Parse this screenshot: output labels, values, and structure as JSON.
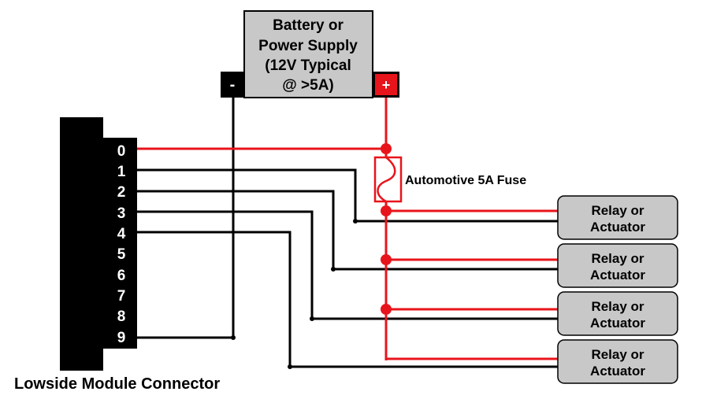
{
  "power_supply": {
    "label_lines": [
      "Battery or",
      "Power Supply",
      "(12V Typical",
      "@ >5A)"
    ],
    "neg_label": "-",
    "pos_label": "+"
  },
  "fuse": {
    "label": "Automotive 5A Fuse"
  },
  "connector": {
    "title": "Lowside Module Connector",
    "pins": [
      "0",
      "1",
      "2",
      "3",
      "4",
      "5",
      "6",
      "7",
      "8",
      "9"
    ]
  },
  "loads": [
    {
      "line1": "Relay or",
      "line2": "Actuator"
    },
    {
      "line1": "Relay or",
      "line2": "Actuator"
    },
    {
      "line1": "Relay or",
      "line2": "Actuator"
    },
    {
      "line1": "Relay or",
      "line2": "Actuator"
    }
  ],
  "colors": {
    "power": "#e8141b",
    "ground": "#000000",
    "box_fill": "#c8c8c8"
  }
}
